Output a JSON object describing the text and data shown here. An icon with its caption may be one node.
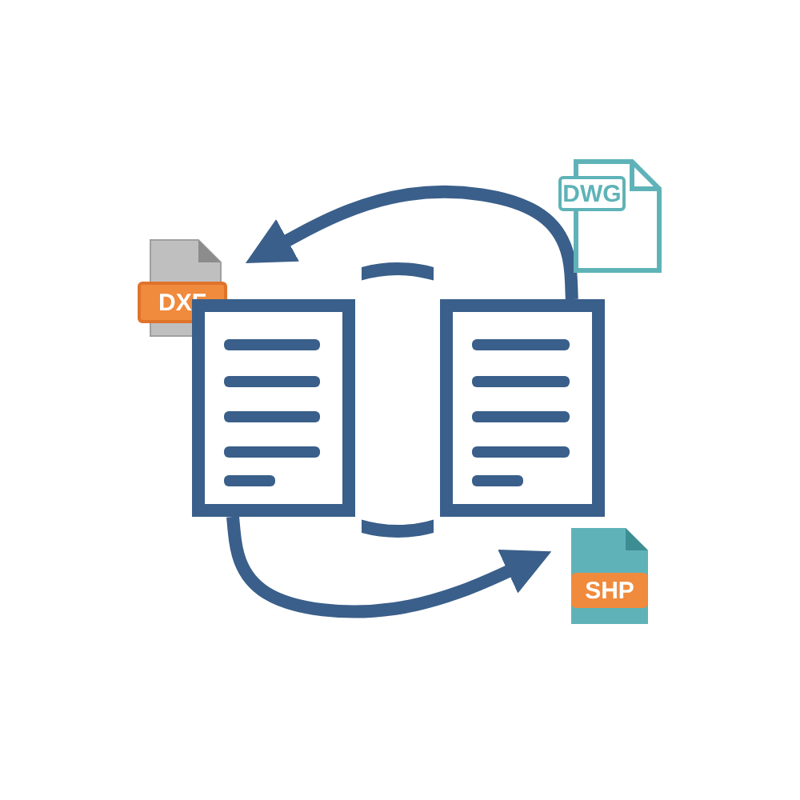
{
  "diagram": {
    "nodes": [
      {
        "text": [
          "DWG"
        ]
      },
      {
        "text": [
          "DXF"
        ]
      },
      {
        "text": [],
        "shape": "circle"
      },
      {
        "text": [],
        "shape": "box"
      },
      {
        "text": [],
        "shape": "box"
      },
      {
        "text": [
          "SHP"
        ]
      }
    ],
    "edges": [
      {
        "from": 4,
        "to": 3,
        "arrow": "to"
      },
      {
        "from": 3,
        "to": 4,
        "arrow": "to"
      }
    ]
  }
}
